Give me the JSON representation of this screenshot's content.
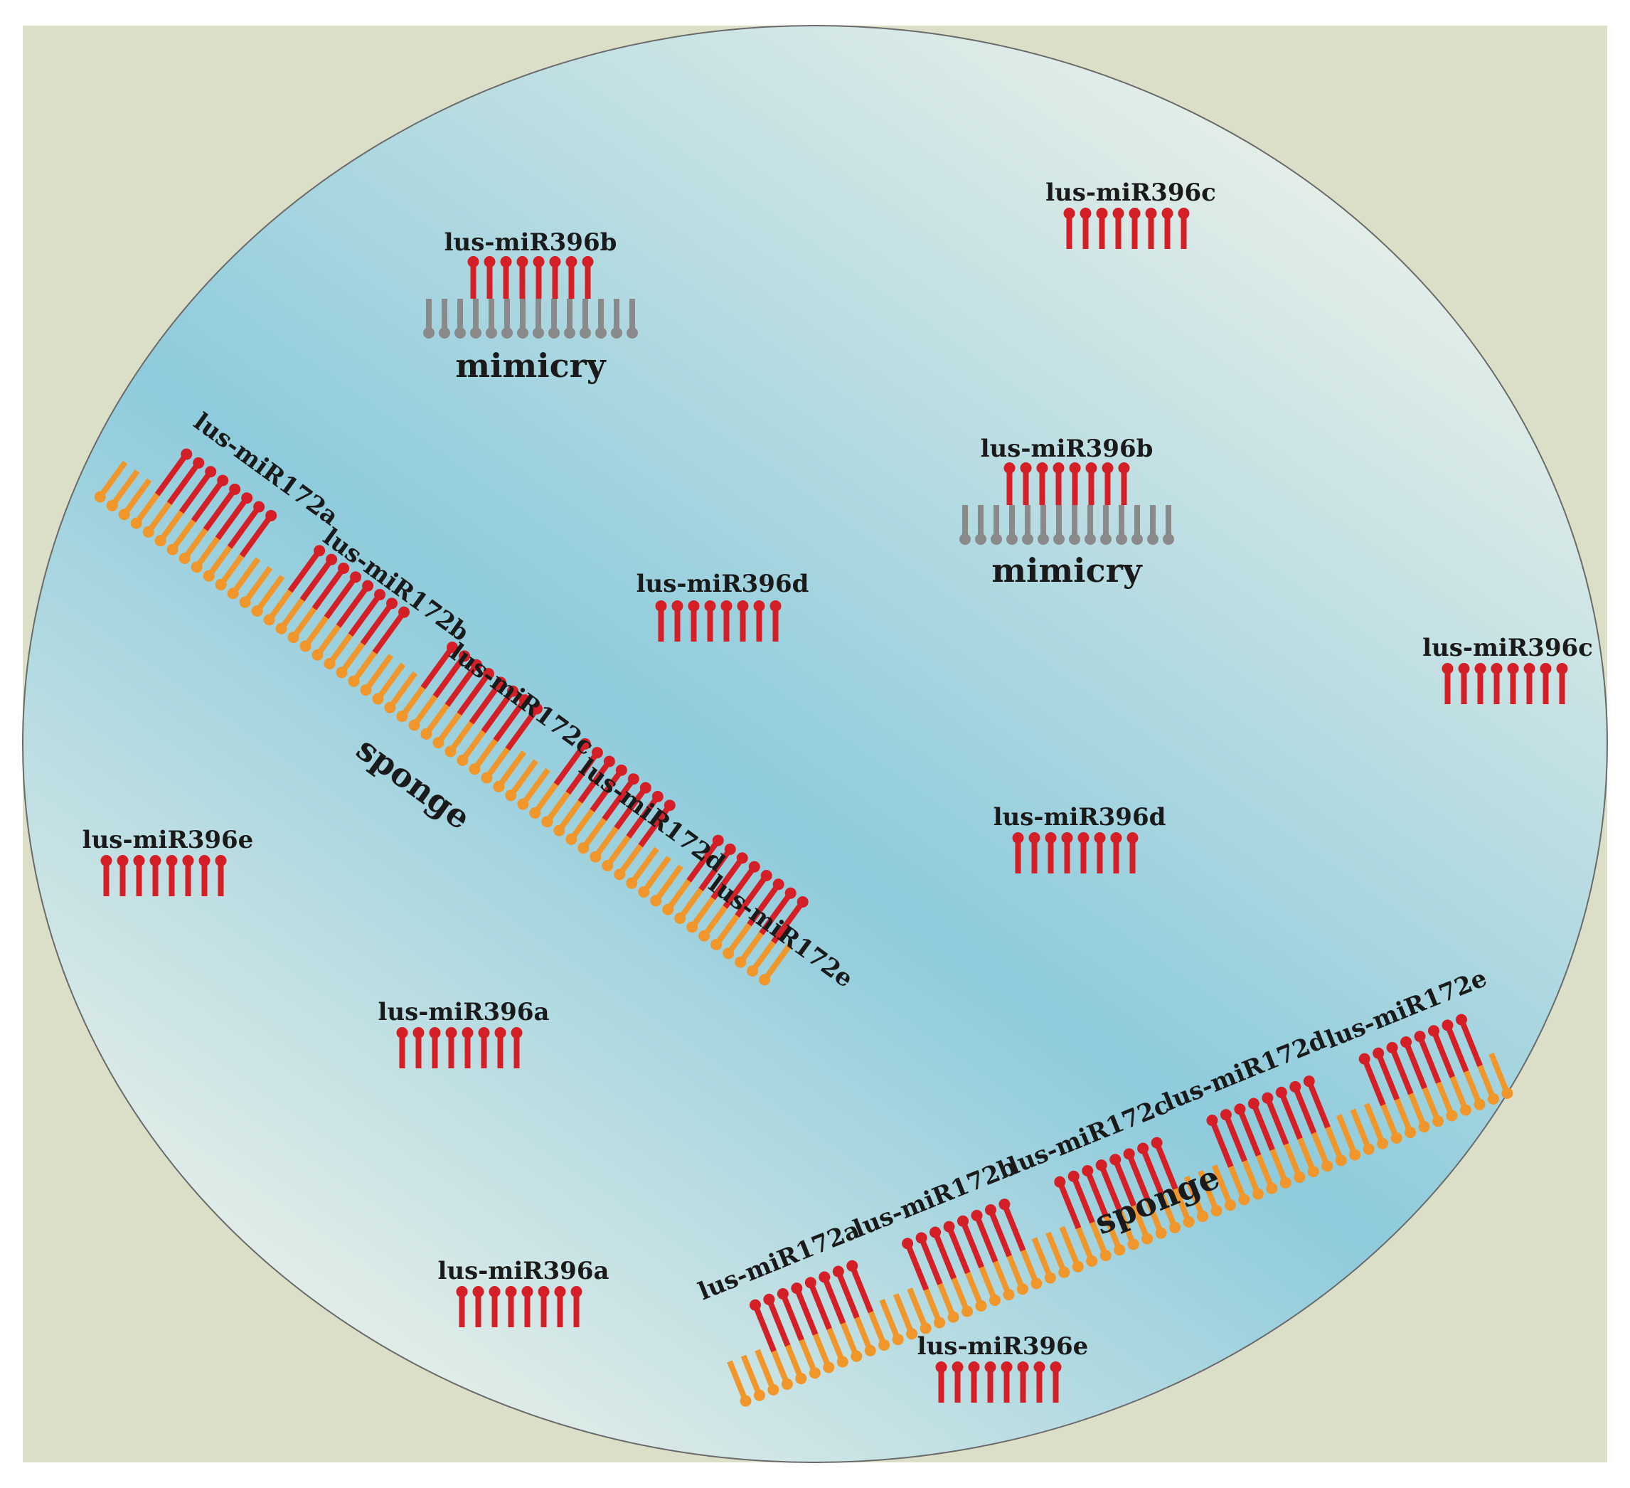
{
  "diagram": {
    "colors": {
      "outer_background": "#dcdfc8",
      "circle_center": "#8ecbdc",
      "circle_edge": "#eef2ea",
      "mirna": "#d51f26",
      "sponge": "#f0962a",
      "mimicry": "#8a8a8a",
      "text": "#1a1a1a"
    },
    "mirna_free": [
      {
        "id": "c1",
        "label": "lus-miR396c"
      },
      {
        "id": "d1",
        "label": "lus-miR396d"
      },
      {
        "id": "c2",
        "label": "lus-miR396c"
      },
      {
        "id": "d2",
        "label": "lus-miR396d"
      },
      {
        "id": "e1",
        "label": "lus-miR396e"
      },
      {
        "id": "a1",
        "label": "lus-miR396a"
      },
      {
        "id": "a2",
        "label": "lus-miR396a"
      },
      {
        "id": "e2",
        "label": "lus-miR396e"
      }
    ],
    "mimicry": [
      {
        "id": "m1",
        "mirna_label": "lus-miR396b",
        "label": "mimicry"
      },
      {
        "id": "m2",
        "mirna_label": "lus-miR396b",
        "label": "mimicry"
      }
    ],
    "sponges": [
      {
        "id": "s1",
        "label": "sponge",
        "mirna_labels": [
          "lus-miR172a",
          "lus-miR172b",
          "lus-miR172c",
          "lus-miR172d",
          "lus-miR172e"
        ]
      },
      {
        "id": "s2",
        "label": "sponge",
        "mirna_labels": [
          "lus-miR172a",
          "lus-miR172b",
          "lus-miR172c",
          "lus-miR172d",
          "lus-miR172e"
        ]
      }
    ]
  }
}
